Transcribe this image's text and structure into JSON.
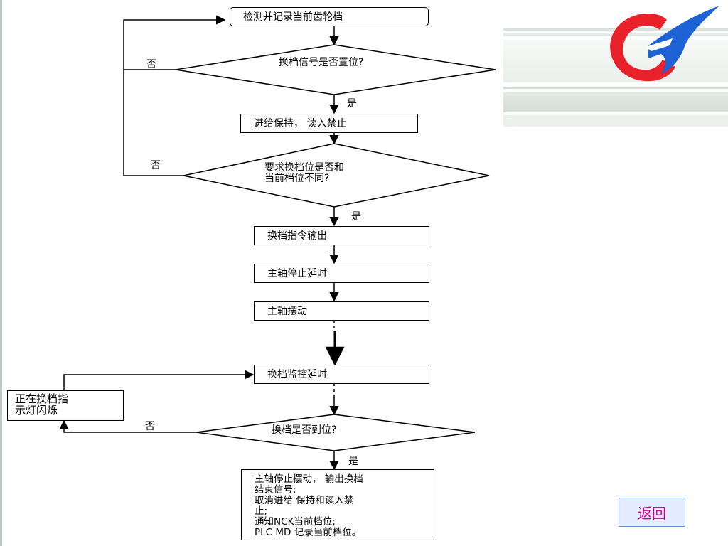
{
  "flowchart": {
    "step_detect": "检测并记录当前齿轮档",
    "decision_gear_signal": "换档信号是否置位?",
    "step_feed_hold": "进给保持， 读入禁止",
    "decision_gear_diff_line1": "要求换档位是否和",
    "decision_gear_diff_line2": "当前档位不同?",
    "step_gear_cmd": "换档指令输出",
    "step_spindle_stop_delay": "主轴停止延时",
    "step_spindle_swing": "主轴摆动",
    "step_gear_monitor": "换档监控延时",
    "indicator_line1": "正在换档指",
    "indicator_line2": "示灯闪烁",
    "decision_in_position": "换档是否到位?",
    "final_lines": [
      "主轴停止摆动， 输出换档",
      "结束信号;",
      "取消进给 保持和读入禁",
      "止;",
      "通知NCK当前档位;",
      "PLC MD 记录当前档位。"
    ],
    "label_no": "否",
    "label_yes": "是"
  },
  "back_button": "返回",
  "icons": [
    "company-logo"
  ],
  "colors": {
    "accent": "#cc0099",
    "logo_red": "#e8212b",
    "logo_blue": "#1e63d6"
  }
}
